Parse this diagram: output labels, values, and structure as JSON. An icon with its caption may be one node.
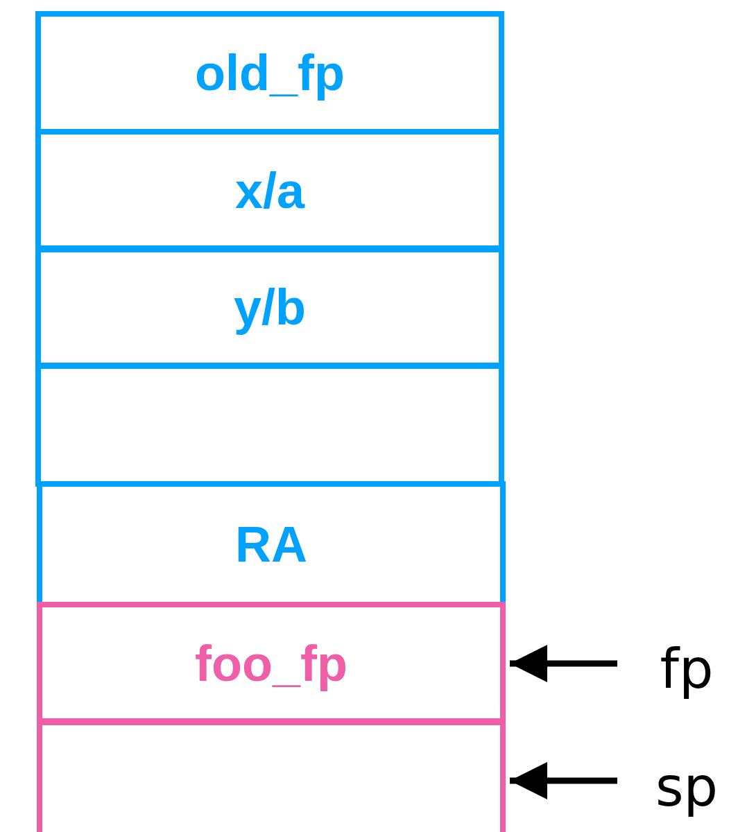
{
  "diagram": {
    "nodes": [
      {
        "text": [
          "old_fp"
        ]
      },
      {
        "text": [
          "x/a"
        ]
      },
      {
        "text": [
          "y/b"
        ]
      },
      {
        "text": [],
        "shape": "box"
      },
      {
        "text": [
          "RA"
        ]
      },
      {
        "text": [
          "foo_fp"
        ]
      },
      {
        "text": [],
        "shape": "box"
      },
      {
        "text": [
          "fp"
        ]
      },
      {
        "text": [
          "sp"
        ]
      }
    ],
    "edges": [
      {
        "from": 7,
        "to": 5,
        "arrow": "to"
      },
      {
        "from": 8,
        "to": 6,
        "arrow": "to"
      }
    ]
  }
}
